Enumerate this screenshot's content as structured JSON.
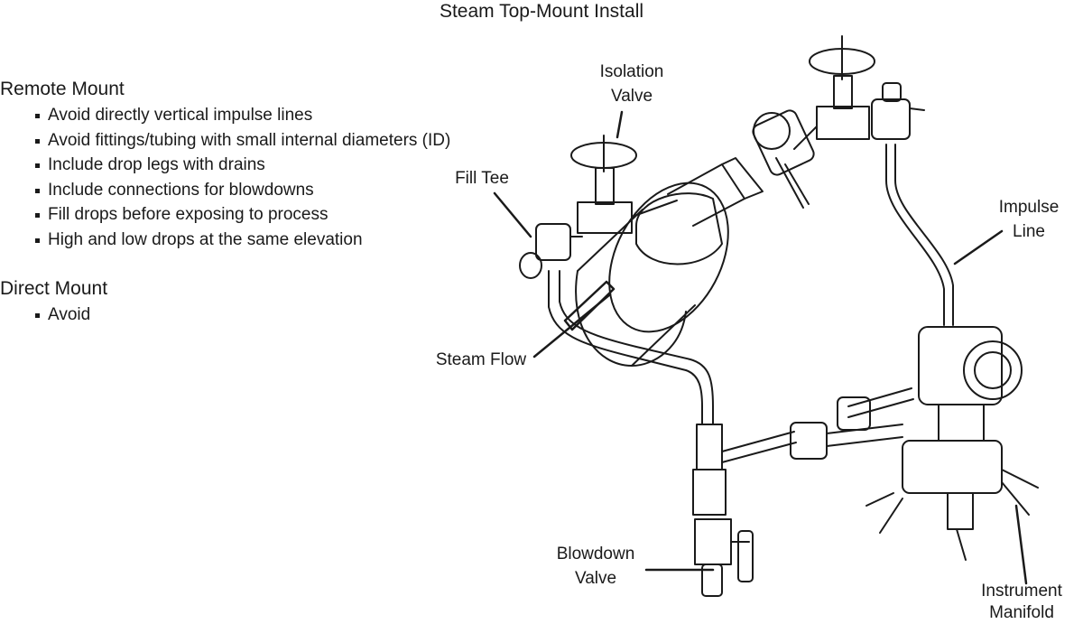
{
  "title": "Steam Top-Mount Install",
  "sections": [
    {
      "heading": "Remote Mount",
      "items": [
        "Avoid directly vertical impulse lines",
        "Avoid fittings/tubing with small internal diameters (ID)",
        "Include drop legs with drains",
        "Include connections for blowdowns",
        "Fill drops before exposing to process",
        "High and low drops at the same elevation"
      ]
    },
    {
      "heading": "Direct Mount",
      "items": [
        "Avoid"
      ]
    }
  ],
  "callouts": {
    "isolation_valve": [
      "Isolation",
      "Valve"
    ],
    "fill_tee": "Fill Tee",
    "impulse_line": [
      "Impulse",
      "Line"
    ],
    "steam_flow": "Steam Flow",
    "blowdown_valve": [
      "Blowdown",
      "Valve"
    ],
    "instrument_manifold": [
      "Instrument",
      "Manifold"
    ]
  }
}
